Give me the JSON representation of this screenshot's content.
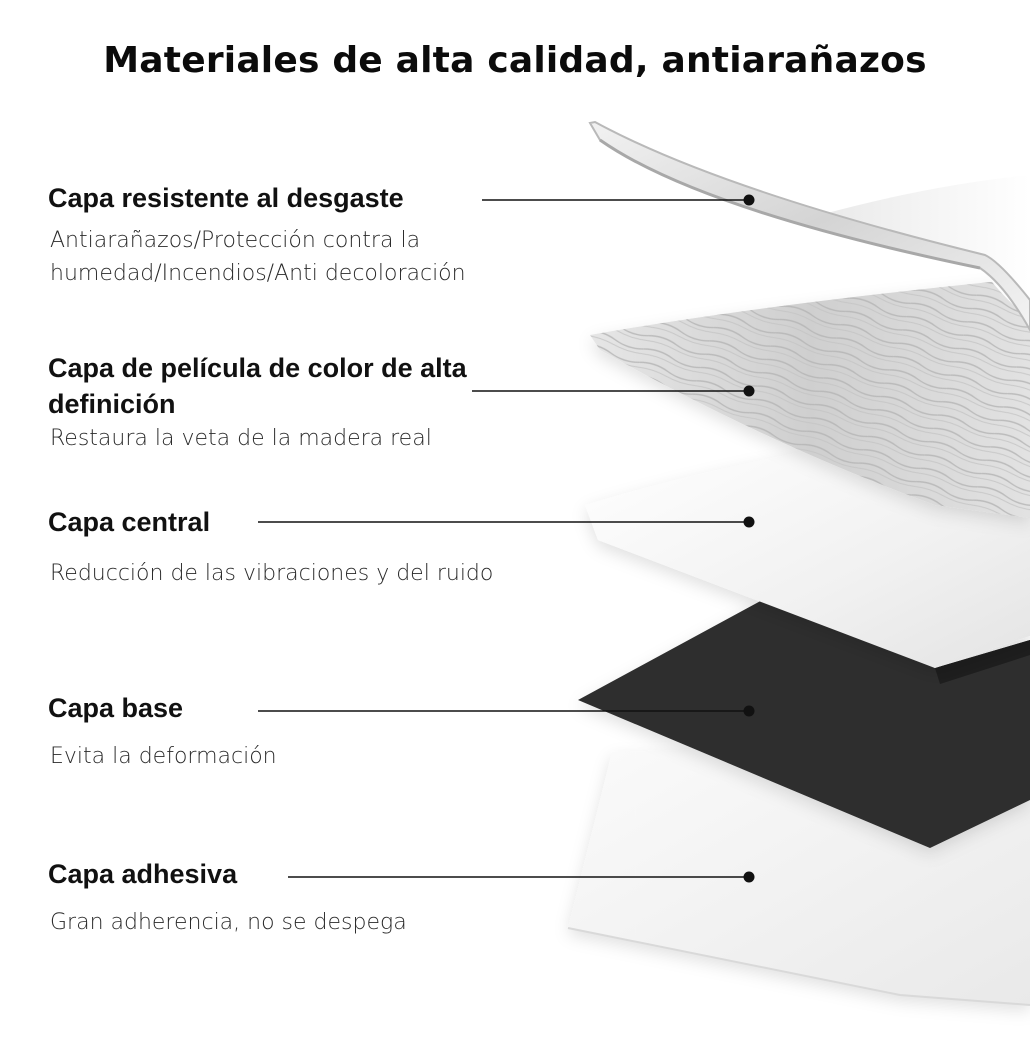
{
  "title": "Materiales de alta calidad, antiarañazos",
  "layers": [
    {
      "name": "Capa resistente al desgaste",
      "description": "Antiarañazos/Protección contra la humedad/Incendios/Anti decoloración"
    },
    {
      "name": "Capa de película de color de alta definición",
      "description": "Restaura la veta de la madera real"
    },
    {
      "name": "Capa central",
      "description": "Reducción de las vibraciones y del ruido"
    },
    {
      "name": "Capa base",
      "description": "Evita la deformación"
    },
    {
      "name": "Capa adhesiva",
      "description": "Gran adherencia, no se despega"
    }
  ],
  "colors": {
    "text": "#111111",
    "leader_line": "#111111",
    "base_layer": "#2b2b2b",
    "wear_layer": "#d9d9d9"
  }
}
